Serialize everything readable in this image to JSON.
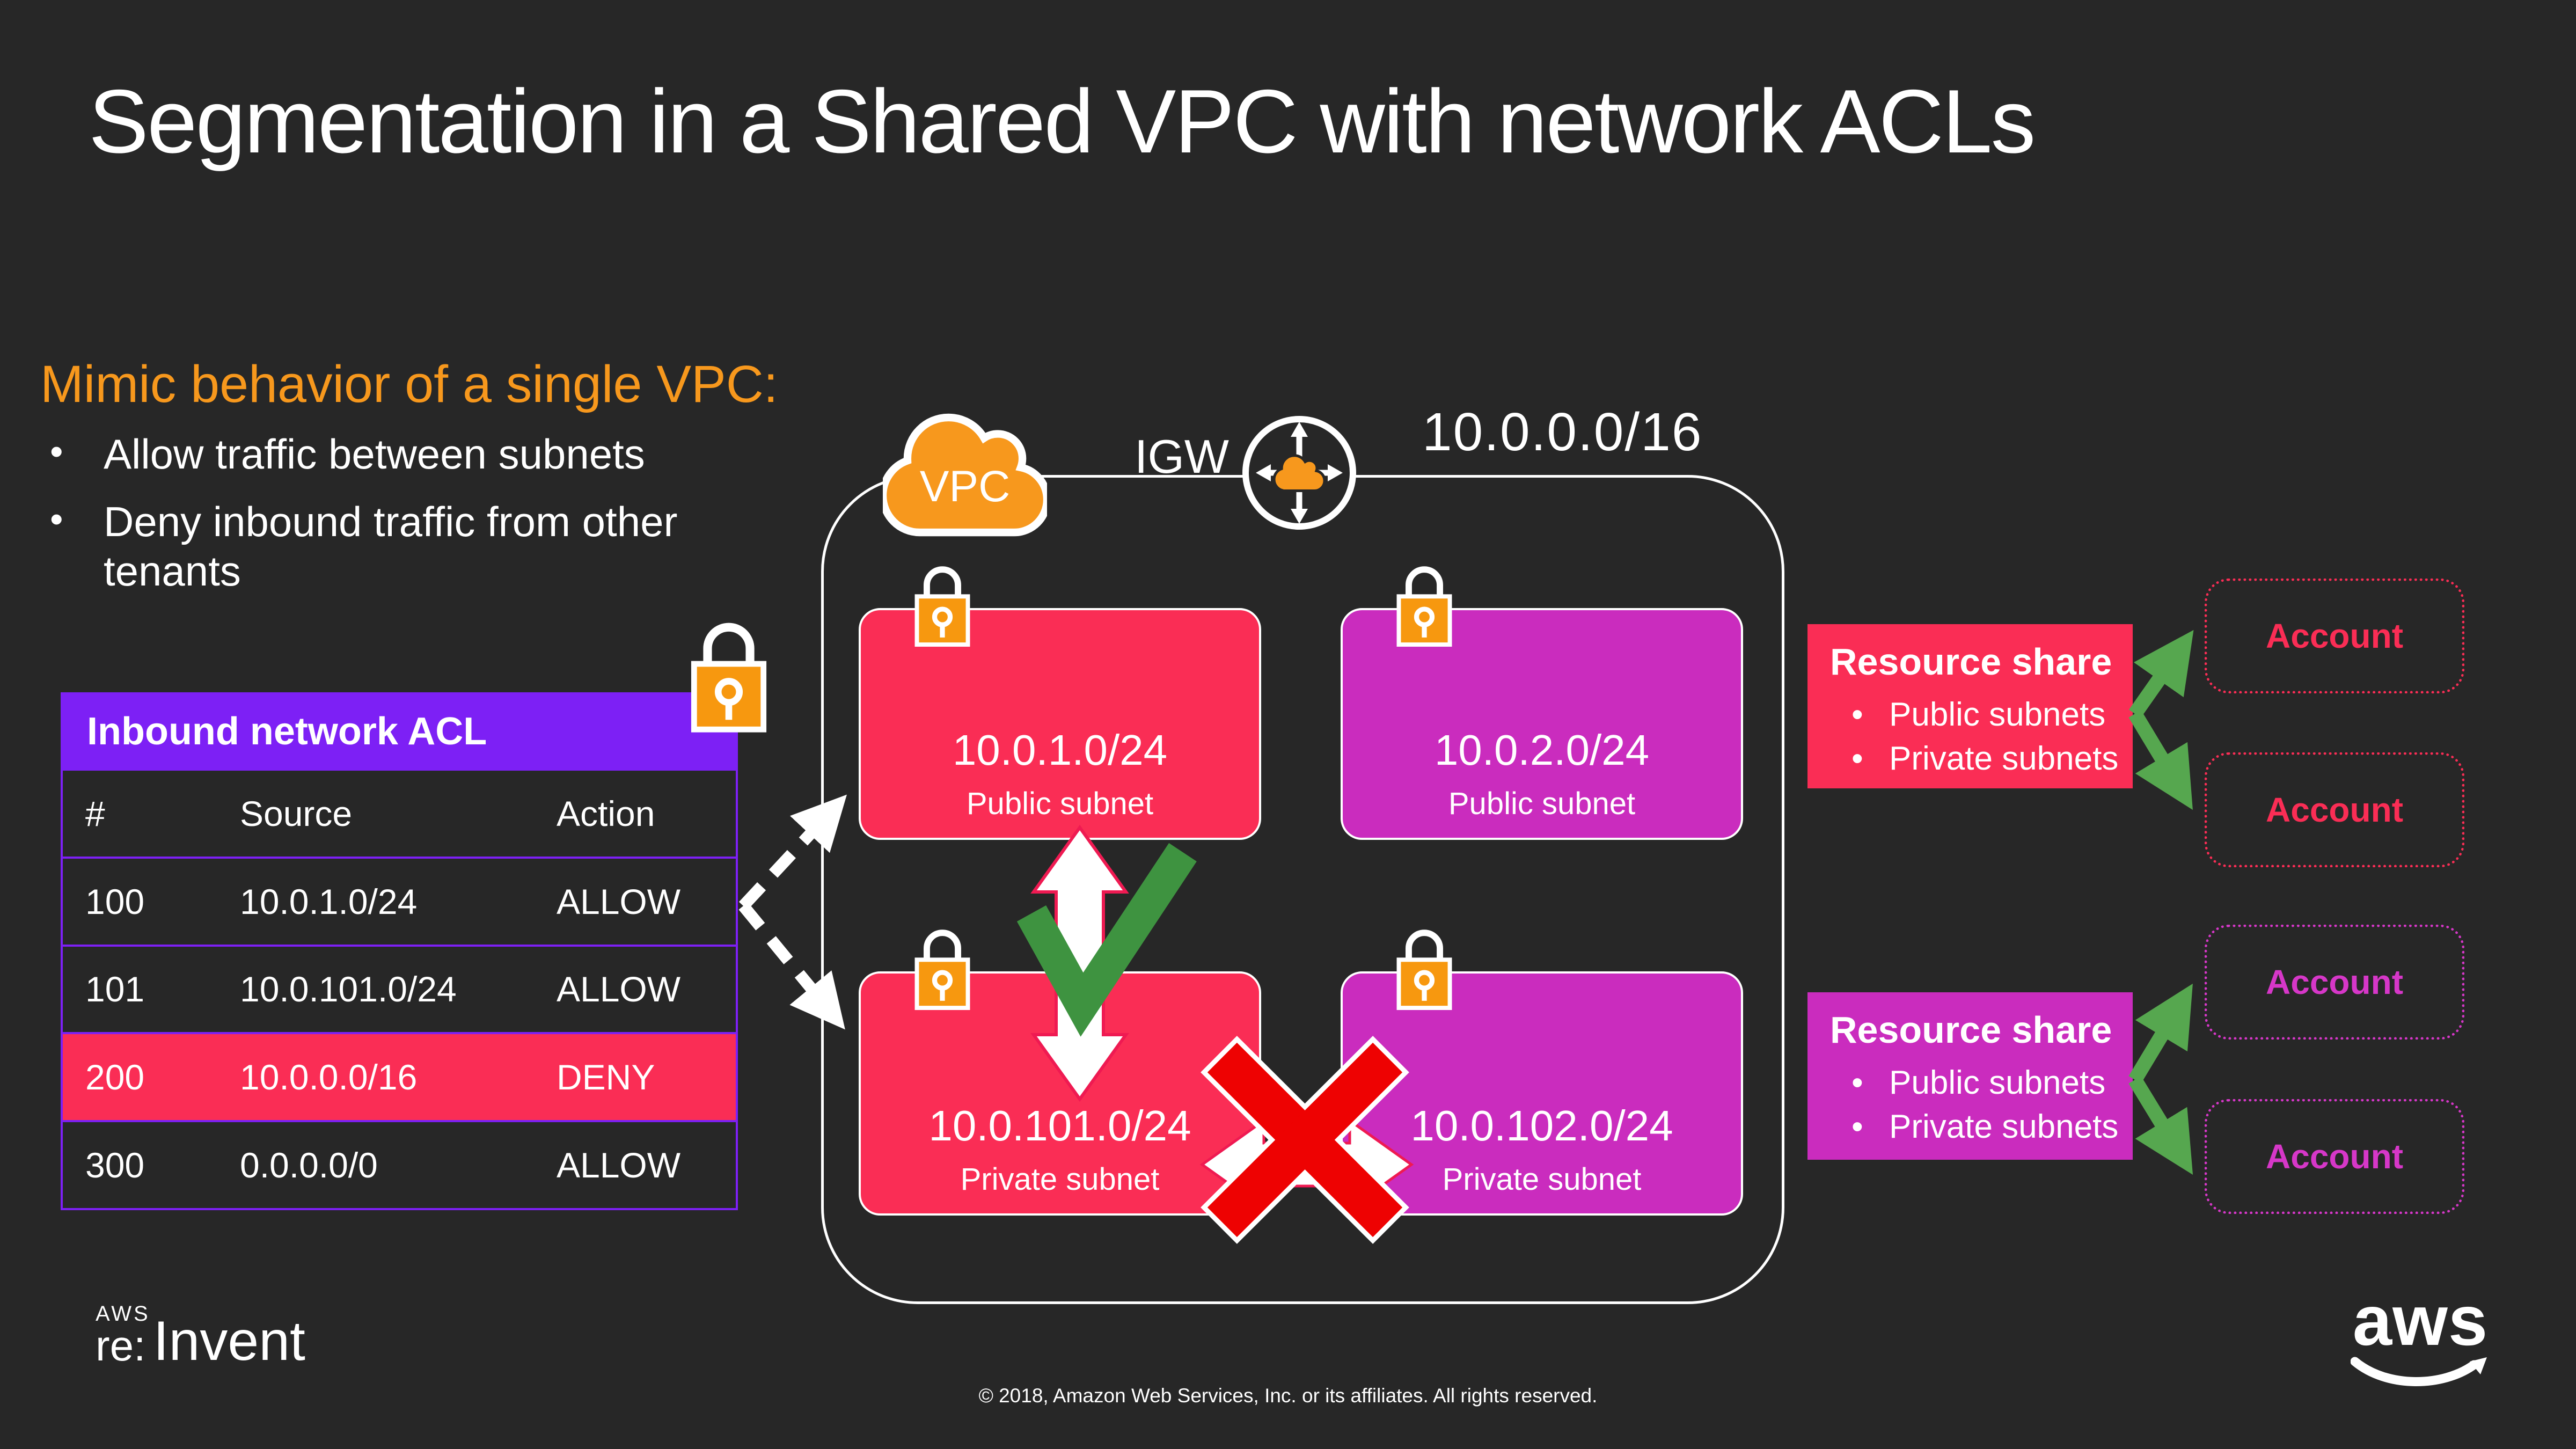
{
  "slide": {
    "title": "Segmentation in a Shared VPC with network ACLs",
    "copyright": "© 2018, Amazon Web Services, Inc. or its affiliates. All rights reserved.",
    "background": "#272727"
  },
  "intro": {
    "heading": "Mimic behavior of a single VPC:",
    "bullets": [
      "Allow traffic between subnets",
      "Deny inbound traffic from other tenants"
    ]
  },
  "acl_table": {
    "title": "Inbound network ACL",
    "columns": [
      "#",
      "Source",
      "Action"
    ],
    "rows": [
      {
        "num": "100",
        "source": "10.0.1.0/24",
        "action": "ALLOW"
      },
      {
        "num": "101",
        "source": "10.0.101.0/24",
        "action": "ALLOW"
      },
      {
        "num": "200",
        "source": "10.0.0.0/16",
        "action": "DENY"
      },
      {
        "num": "300",
        "source": "0.0.0.0/0",
        "action": "ALLOW"
      }
    ]
  },
  "vpc": {
    "label": "VPC",
    "igw_label": "IGW",
    "cidr": "10.0.0.0/16",
    "subnets": [
      {
        "cidr": "10.0.1.0/24",
        "label": "Public subnet"
      },
      {
        "cidr": "10.0.2.0/24",
        "label": "Public subnet"
      },
      {
        "cidr": "10.0.101.0/24",
        "label": "Private subnet"
      },
      {
        "cidr": "10.0.102.0/24",
        "label": "Private subnet"
      }
    ]
  },
  "resource_shares": [
    {
      "title": "Resource share",
      "bullets": [
        "Public subnets",
        "Private subnets"
      ]
    },
    {
      "title": "Resource share",
      "bullets": [
        "Public subnets",
        "Private subnets"
      ]
    }
  ],
  "accounts": [
    {
      "label": "Account"
    },
    {
      "label": "Account"
    },
    {
      "label": "Account"
    },
    {
      "label": "Account"
    }
  ],
  "footer": {
    "reinvent_aws": "AWS",
    "reinvent_re": "re:",
    "reinvent_invent": "Invent",
    "aws_logo": "aws"
  },
  "colors": {
    "background": "#272727",
    "orange": "#f7981d",
    "purple": "#7d20f5",
    "red_pink": "#fa2d55",
    "magenta": "#ca2cbe",
    "magenta_text": "#d637c8",
    "green_check": "#3e9340",
    "green_arrow": "#56a74f",
    "cross_red": "#ee0202",
    "arrow_outline": "#ef1a52",
    "white": "#ffffff"
  }
}
